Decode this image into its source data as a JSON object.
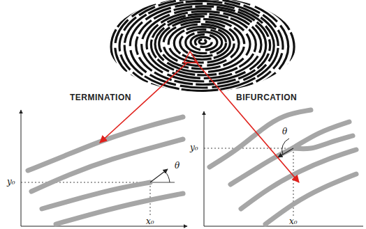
{
  "diagram": {
    "labels": [
      "TERMINATION",
      "BIFURCATION",
      "y₀",
      "θ",
      "x₀",
      "y₀",
      "θ",
      "x₀"
    ]
  }
}
